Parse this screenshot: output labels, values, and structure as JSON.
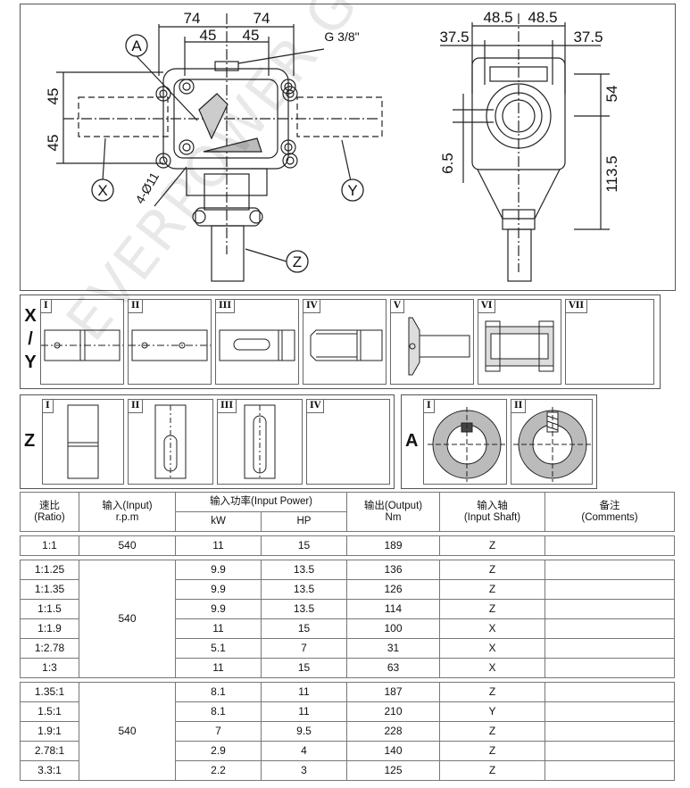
{
  "drawing": {
    "dims_top_left": [
      "74",
      "74",
      "45",
      "45"
    ],
    "thread": "G 3/8\"",
    "dims_left_side": [
      "45",
      "45"
    ],
    "bolt_holes": "4-Ø11",
    "callouts": [
      "A",
      "X",
      "Y",
      "Z"
    ],
    "dims_top_right": [
      "48.5",
      "48.5",
      "37.5",
      "37.5"
    ],
    "dims_right_side": [
      "54",
      "113.5",
      "6.5"
    ]
  },
  "shaft_options": {
    "xy_label_parts": [
      "X",
      "/",
      "Y"
    ],
    "xy_cells": [
      "I",
      "II",
      "III",
      "IV",
      "V",
      "VI",
      "VII"
    ],
    "z_label": "Z",
    "z_cells": [
      "I",
      "II",
      "III",
      "IV"
    ],
    "a_label": "A",
    "a_cells": [
      "I",
      "II"
    ]
  },
  "table": {
    "headers": {
      "ratio": "速比\n(Ratio)",
      "input": "输入(Input)\nr.p.m",
      "power": "输入功率(Input Power)",
      "kw": "kW",
      "hp": "HP",
      "output": "输出(Output)\nNm",
      "shaft": "输入轴\n(Input Shaft)",
      "comments": "备注\n(Comments)"
    },
    "group1": {
      "rpm": "540",
      "rows": [
        {
          "ratio": "1:1",
          "kw": "11",
          "hp": "15",
          "nm": "189",
          "shaft": "Z"
        }
      ]
    },
    "group2": {
      "rpm": "540",
      "rows": [
        {
          "ratio": "1:1.25",
          "kw": "9.9",
          "hp": "13.5",
          "nm": "136",
          "shaft": "Z"
        },
        {
          "ratio": "1:1.35",
          "kw": "9.9",
          "hp": "13.5",
          "nm": "126",
          "shaft": "Z"
        },
        {
          "ratio": "1:1.5",
          "kw": "9.9",
          "hp": "13.5",
          "nm": "114",
          "shaft": "Z"
        },
        {
          "ratio": "1:1.9",
          "kw": "11",
          "hp": "15",
          "nm": "100",
          "shaft": "X"
        },
        {
          "ratio": "1:2.78",
          "kw": "5.1",
          "hp": "7",
          "nm": "31",
          "shaft": "X"
        },
        {
          "ratio": "1:3",
          "kw": "11",
          "hp": "15",
          "nm": "63",
          "shaft": "X"
        }
      ]
    },
    "group3": {
      "rpm": "540",
      "rows": [
        {
          "ratio": "1.35:1",
          "kw": "8.1",
          "hp": "11",
          "nm": "187",
          "shaft": "Z"
        },
        {
          "ratio": "1.5:1",
          "kw": "8.1",
          "hp": "11",
          "nm": "210",
          "shaft": "Y"
        },
        {
          "ratio": "1.9:1",
          "kw": "7",
          "hp": "9.5",
          "nm": "228",
          "shaft": "Z"
        },
        {
          "ratio": "2.78:1",
          "kw": "2.9",
          "hp": "4",
          "nm": "140",
          "shaft": "Z"
        },
        {
          "ratio": "3.3:1",
          "kw": "2.2",
          "hp": "3",
          "nm": "125",
          "shaft": "Z"
        }
      ]
    }
  },
  "watermark": "EVERPOWER GROUP CO.,LTD."
}
